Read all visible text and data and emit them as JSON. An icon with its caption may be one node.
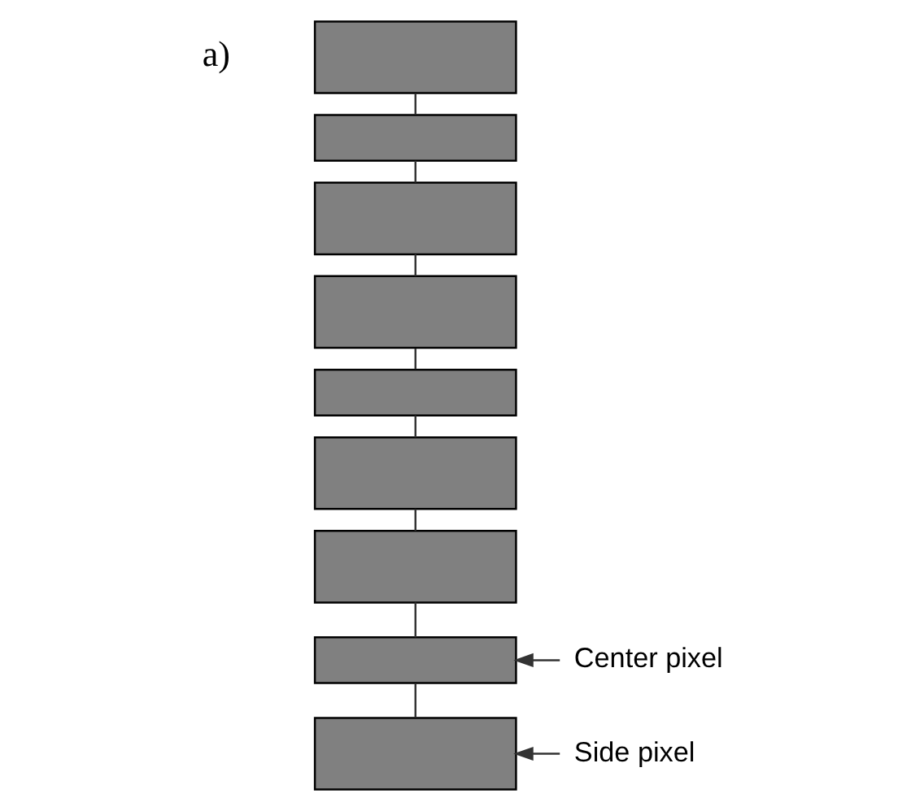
{
  "diagram": {
    "nodes": [
      {
        "text": [],
        "shape": "box"
      },
      {
        "text": [],
        "shape": "box"
      },
      {
        "text": [],
        "shape": "box"
      },
      {
        "text": [],
        "shape": "box"
      },
      {
        "text": [],
        "shape": "box"
      },
      {
        "text": [],
        "shape": "box"
      },
      {
        "text": [],
        "shape": "box"
      },
      {
        "text": [],
        "shape": "box"
      },
      {
        "text": [],
        "shape": "box"
      },
      {
        "text": [
          "Center pixel"
        ]
      },
      {
        "text": [
          "Side pixel"
        ]
      }
    ],
    "edges": [
      {
        "from": 0,
        "to": 1,
        "arrow": "none"
      },
      {
        "from": 1,
        "to": 2,
        "arrow": "none"
      },
      {
        "from": 2,
        "to": 3,
        "arrow": "none"
      },
      {
        "from": 3,
        "to": 4,
        "arrow": "none"
      },
      {
        "from": 4,
        "to": 5,
        "arrow": "none"
      },
      {
        "from": 5,
        "to": 6,
        "arrow": "none"
      },
      {
        "from": 6,
        "to": 7,
        "arrow": "none"
      },
      {
        "from": 7,
        "to": 8,
        "arrow": "none"
      },
      {
        "from": 9,
        "to": 7,
        "arrow": "to"
      },
      {
        "from": 10,
        "to": 8,
        "arrow": "to"
      }
    ],
    "labels": [
      "a)"
    ]
  }
}
